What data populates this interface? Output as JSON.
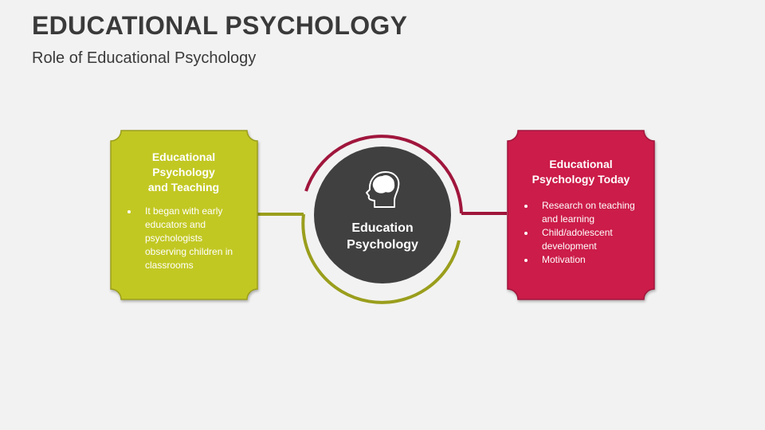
{
  "header": {
    "title": "EDUCATIONAL PSYCHOLOGY",
    "subtitle": "Role of Educational Psychology"
  },
  "left_card": {
    "title_lines": [
      "Educational",
      "Psychology",
      "and Teaching"
    ],
    "bullets": [
      "It began with early educators and psychologists observing children in classrooms"
    ],
    "color": "#c2c824"
  },
  "center": {
    "lines": [
      "Education",
      "Psychology"
    ],
    "icon": "head-brain-icon",
    "color": "#404040"
  },
  "right_card": {
    "title_lines": [
      "Educational",
      "Psychology Today"
    ],
    "bullets": [
      "Research on teaching and learning",
      "Child/adolescent development",
      "Motivation"
    ],
    "color": "#cc1c48"
  }
}
